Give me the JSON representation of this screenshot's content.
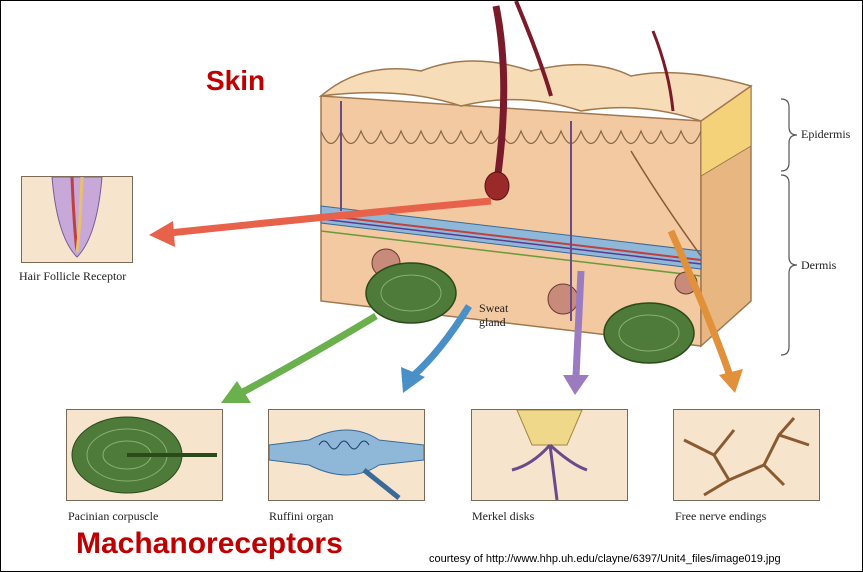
{
  "titles": {
    "skin": "Skin",
    "group": "Machanoreceptors"
  },
  "layers": {
    "epidermis": "Epidermis",
    "dermis": "Dermis",
    "sweat_gland": "Sweat\ngland"
  },
  "receptors": {
    "hair_follicle": "Hair Follicle Receptor",
    "pacinian": "Pacinian corpuscle",
    "ruffini": "Ruffini organ",
    "merkel": "Merkel disks",
    "free_nerve": "Free nerve endings"
  },
  "credit": "courtesy of http://www.hhp.uh.edu/clayne/6397/Unit4_files/image019.jpg",
  "colors": {
    "title_red": "#c00000",
    "arrow_red": "#e8614a",
    "arrow_green": "#6ab04c",
    "arrow_blue": "#4a90c8",
    "arrow_purple": "#9b7cc0",
    "arrow_orange": "#e0913a"
  }
}
